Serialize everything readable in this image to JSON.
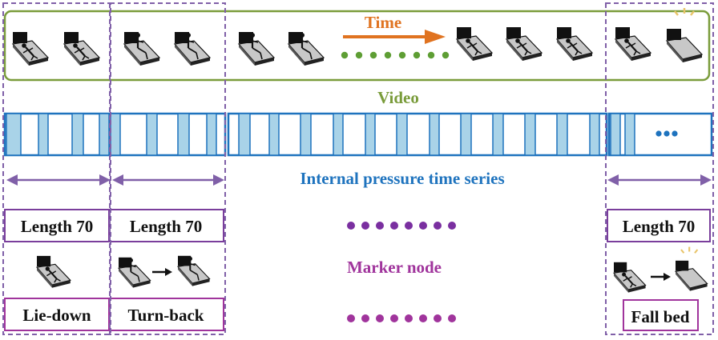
{
  "labels": {
    "time": "Time",
    "video": "Video",
    "series": "Internal pressure time series",
    "marker_node": "Marker node",
    "ellipsis": "•••"
  },
  "segments": [
    {
      "length_label": "Length 70",
      "action_label": "Lie-down"
    },
    {
      "length_label": "Length 70",
      "action_label": "Turn-back"
    },
    {
      "length_label": "Length 70",
      "action_label": "Fall bed"
    }
  ],
  "colors": {
    "video_frame": "#7a9c3b",
    "time_arrow": "#e07320",
    "series_stroke": "#1e73be",
    "series_fill": "#a9d3e8",
    "guide": "#8060a8",
    "box_border": "#7a3e9c",
    "marker_text": "#a0349c",
    "dot_purple": "#7a2fa0",
    "dot_magenta": "#a0349c",
    "alert_rays": "#e8c46a",
    "dot_green": "#5e9e34"
  },
  "icons": [
    "bed-lying-icon",
    "bed-sitting-icon",
    "bed-empty-alert-icon",
    "right-arrow-icon"
  ]
}
